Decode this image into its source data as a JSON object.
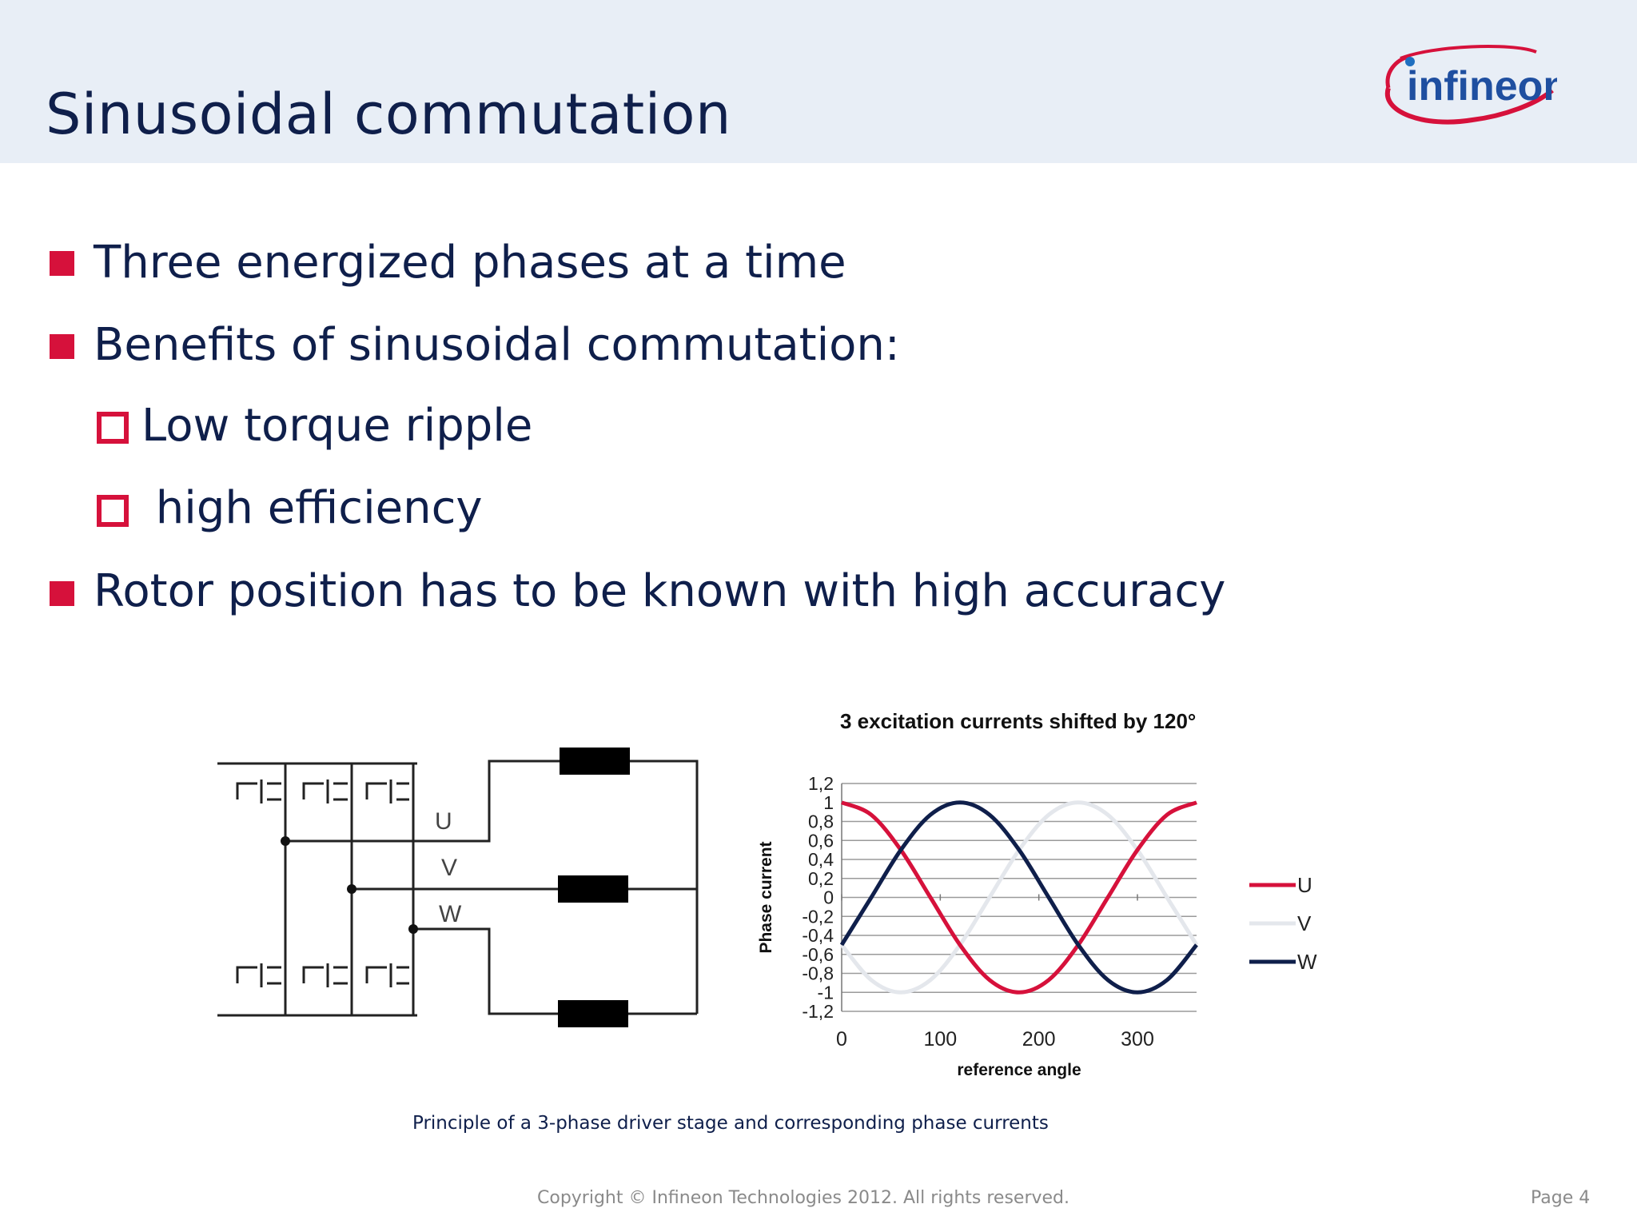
{
  "slide": {
    "title": "Sinusoidal commutation",
    "logo_text": "infineon",
    "bullets": [
      {
        "level": 1,
        "text": "Three energized phases at a time"
      },
      {
        "level": 1,
        "text": "Benefits of sinusoidal commutation:"
      },
      {
        "level": 2,
        "text": "Low torque ripple"
      },
      {
        "level": 2,
        "text": " high efficiency"
      },
      {
        "level": 1,
        "text": "Rotor position has to be known with high accuracy"
      }
    ],
    "circuit_labels": [
      "U",
      "V",
      "W"
    ],
    "caption": "Principle of a 3-phase driver stage and corresponding phase currents",
    "footer_copyright": "Copyright © Infineon Technologies 2012. All rights reserved.",
    "footer_page": "Page 4"
  },
  "colors": {
    "accent_red": "#d6113b",
    "navy": "#0f1f4b",
    "header_bg": "#e8eef6"
  },
  "chart_data": {
    "type": "line",
    "title": "3 excitation currents shifted by 120°",
    "xlabel": "reference angle",
    "ylabel": "Phase current",
    "xlim": [
      0,
      360
    ],
    "ylim": [
      -1.2,
      1.2
    ],
    "x_ticks": [
      "0",
      "100",
      "200",
      "300"
    ],
    "x_tick_values": [
      0,
      100,
      200,
      300
    ],
    "y_ticks": [
      "1,2",
      "1",
      "0,8",
      "0,6",
      "0,4",
      "0,2",
      "0",
      "-0,2",
      "-0,4",
      "-0,6",
      "-0,8",
      "-1",
      "-1,2"
    ],
    "y_tick_values": [
      1.2,
      1,
      0.8,
      0.6,
      0.4,
      0.2,
      0,
      -0.2,
      -0.4,
      -0.6,
      -0.8,
      -1,
      -1.2
    ],
    "grid": true,
    "legend_position": "right",
    "x": [
      0,
      30,
      60,
      90,
      120,
      150,
      180,
      210,
      240,
      270,
      300,
      330,
      360
    ],
    "series": [
      {
        "name": "U",
        "color": "#d6113b",
        "values": [
          1,
          0.87,
          0.5,
          0,
          -0.5,
          -0.87,
          -1,
          -0.87,
          -0.5,
          0,
          0.5,
          0.87,
          1
        ]
      },
      {
        "name": "V",
        "color": "#e4e7ec",
        "values": [
          -0.5,
          -0.87,
          -1,
          -0.87,
          -0.5,
          0,
          0.5,
          0.87,
          1,
          0.87,
          0.5,
          0,
          -0.5
        ]
      },
      {
        "name": "W",
        "color": "#0f1f4b",
        "values": [
          -0.5,
          0,
          0.5,
          0.87,
          1,
          0.87,
          0.5,
          0,
          -0.5,
          -0.87,
          -1,
          -0.87,
          -0.5
        ]
      }
    ]
  }
}
